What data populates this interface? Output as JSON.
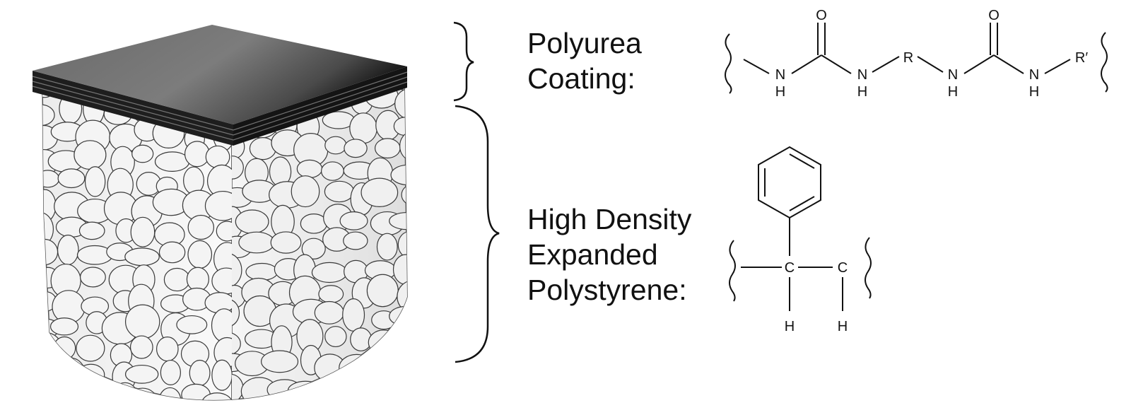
{
  "labels": {
    "coating_line1": "Polyurea",
    "coating_line2": "Coating:",
    "foam_line1": "High Density",
    "foam_line2": "Expanded",
    "foam_line3": "Polystyrene:"
  },
  "polyurea_structure": {
    "atoms": {
      "n1": "N",
      "h1": "H",
      "o1": "O",
      "n2": "N",
      "h2": "H",
      "r": "R",
      "n3": "N",
      "h3": "H",
      "o2": "O",
      "n4": "N",
      "h4": "H",
      "r_prime": "R′"
    }
  },
  "polystyrene_structure": {
    "atoms": {
      "c1": "C",
      "c2": "C",
      "h1": "H",
      "h2": "H"
    }
  },
  "colors": {
    "coating": "#2a2a2a",
    "foam": "#f2f2f2",
    "foam_outline": "#3a3a3a",
    "ink": "#111111"
  }
}
